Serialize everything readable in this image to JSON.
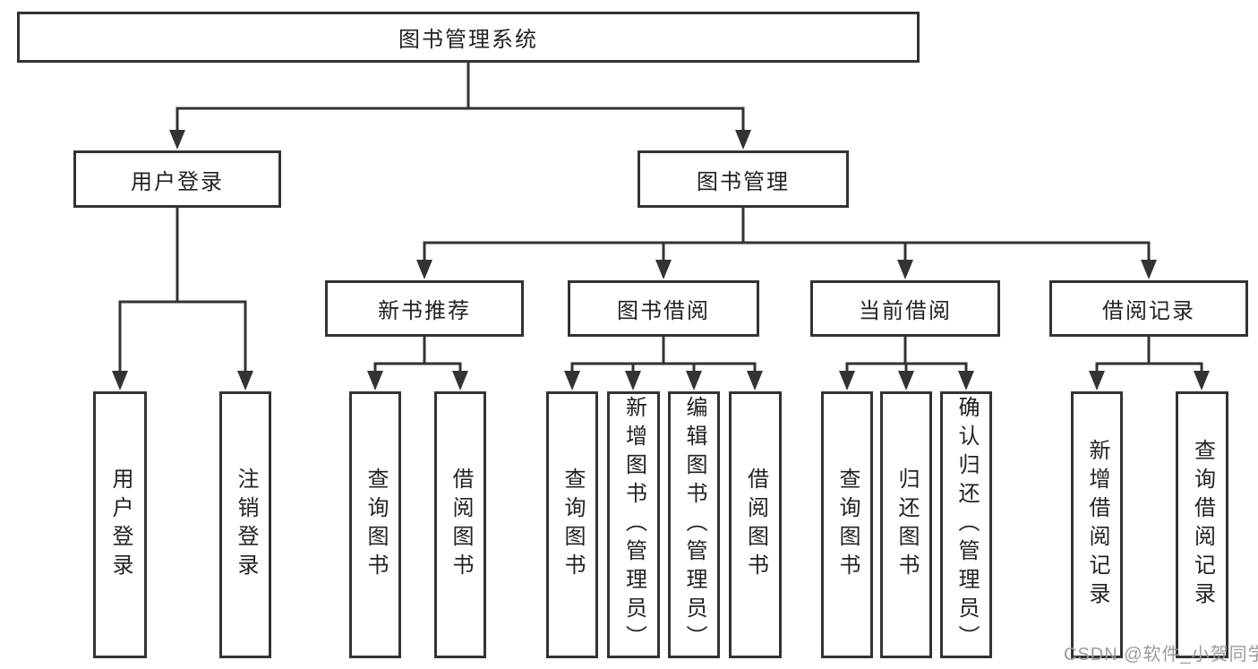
{
  "colors": {
    "line": "#333333",
    "text": "#222222",
    "box_background": "#ffffff",
    "page_background": "#ffffff",
    "watermark": "#9b9b9b"
  },
  "watermark": {
    "text": "CSDN @软件_小贺同学"
  },
  "nodes": {
    "root": {
      "label": "图书管理系统"
    },
    "level2": [
      {
        "label": "用户登录",
        "parent": "图书管理系统"
      },
      {
        "label": "图书管理",
        "parent": "图书管理系统"
      }
    ],
    "level3": [
      {
        "label": "新书推荐",
        "parent": "图书管理"
      },
      {
        "label": "图书借阅",
        "parent": "图书管理"
      },
      {
        "label": "当前借阅",
        "parent": "图书管理"
      },
      {
        "label": "借阅记录",
        "parent": "图书管理"
      }
    ],
    "leaves": [
      {
        "label": "用户登录",
        "parent": "用户登录"
      },
      {
        "label": "注销登录",
        "parent": "用户登录"
      },
      {
        "label": "查询图书",
        "parent": "新书推荐"
      },
      {
        "label": "借阅图书",
        "parent": "新书推荐"
      },
      {
        "label": "查询图书",
        "parent": "图书借阅"
      },
      {
        "label": "新增图书（管理员）",
        "parent": "图书借阅"
      },
      {
        "label": "编辑图书（管理员）",
        "parent": "图书借阅"
      },
      {
        "label": "借阅图书",
        "parent": "图书借阅"
      },
      {
        "label": "查询图书",
        "parent": "当前借阅"
      },
      {
        "label": "归还图书",
        "parent": "当前借阅"
      },
      {
        "label": "确认归还（管理员）",
        "parent": "当前借阅"
      },
      {
        "label": "新增借阅记录",
        "parent": "借阅记录"
      },
      {
        "label": "查询借阅记录",
        "parent": "借阅记录"
      }
    ]
  }
}
